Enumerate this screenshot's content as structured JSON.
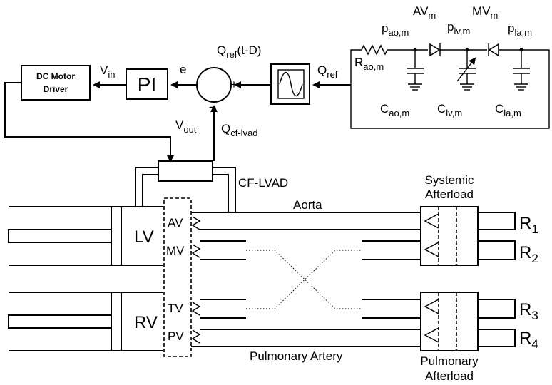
{
  "control": {
    "motor_driver_line1": "DC Motor",
    "motor_driver_line2": "Driver",
    "pi_label": "PI",
    "error_label": "e",
    "vin_main": "V",
    "vin_sub": "in",
    "vout_main": "V",
    "vout_sub": "out",
    "plus_sign": "+",
    "minus_sign": "−",
    "qref_main": "Q",
    "qref_sub": "ref",
    "qref_delay_main": "Q",
    "qref_delay_sub": "ref",
    "qref_delay_tail": "(t-D)",
    "qcf_main": "Q",
    "qcf_sub": "cf-lvad",
    "lvad_label": "CF-LVAD"
  },
  "model": {
    "av_main": "AV",
    "av_sub": "m",
    "mv_main": "MV",
    "mv_sub": "m",
    "pao_main": "p",
    "pao_sub": "ao,m",
    "plv_main": "p",
    "plv_sub": "lv,m",
    "pla_main": "p",
    "pla_sub": "la,m",
    "rao_main": "R",
    "rao_sub": "ao,m",
    "cao_main": "C",
    "cao_sub": "ao,m",
    "clv_main": "C",
    "clv_sub": "lv,m",
    "cla_main": "C",
    "cla_sub": "la,m"
  },
  "rig": {
    "lv_label": "LV",
    "rv_label": "RV",
    "av_label": "AV",
    "mv_label": "MV",
    "tv_label": "TV",
    "pv_label": "PV",
    "aorta_label": "Aorta",
    "pulmonary_artery_label": "Pulmonary Artery",
    "systemic_line1": "Systemic",
    "systemic_line2": "Afterload",
    "pulmonary_line1": "Pulmonary",
    "pulmonary_line2": "Afterload",
    "r1_main": "R",
    "r1_sub": "1",
    "r2_main": "R",
    "r2_sub": "2",
    "r3_main": "R",
    "r3_sub": "3",
    "r4_main": "R",
    "r4_sub": "4"
  }
}
